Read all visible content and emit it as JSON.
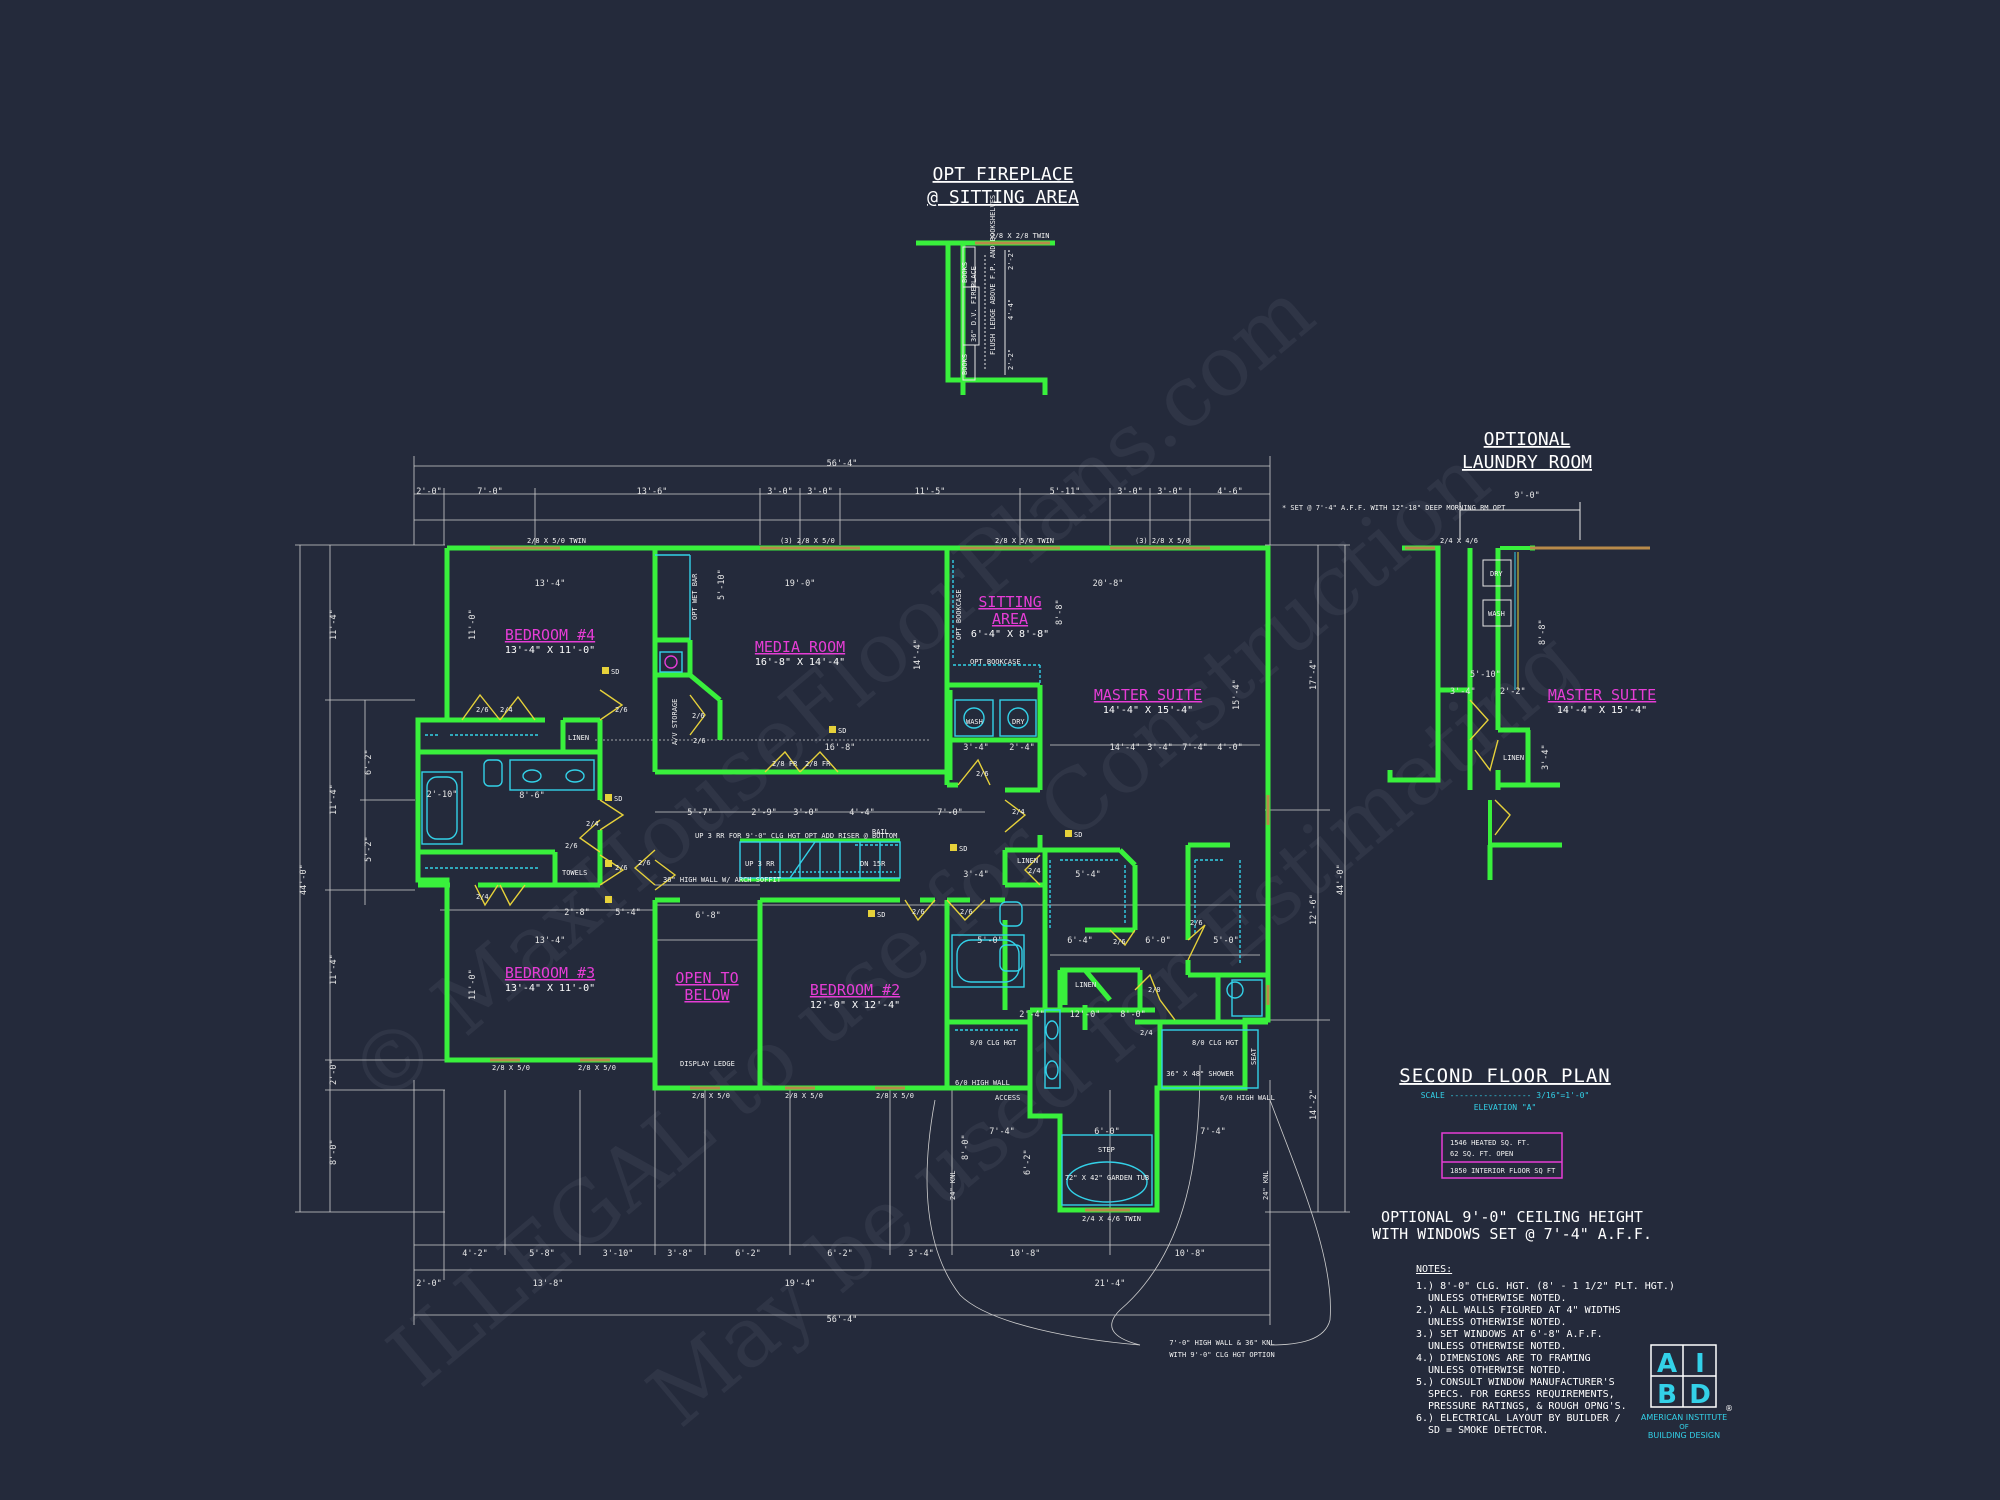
{
  "titles": {
    "fireplace_1": "OPT FIREPLACE",
    "fireplace_2": "@ SITTING AREA",
    "laundry_1": "OPTIONAL",
    "laundry_2": "LAUNDRY ROOM",
    "floor_plan": "SECOND FLOOR PLAN",
    "scale": "SCALE ----------------- 3/16\"=1'-0\"",
    "elevation": "ELEVATION \"A\"",
    "option_1": "OPTIONAL 9'-0\" CEILING HEIGHT",
    "option_2": "WITH WINDOWS SET @ 7'-4\" A.F.F."
  },
  "rooms": {
    "bedroom4": {
      "name": "BEDROOM #4",
      "size": "13'-4\" X 11'-0\""
    },
    "media": {
      "name": "MEDIA ROOM",
      "size": "16'-8\" X 14'-4\""
    },
    "sitting_1": "SITTING",
    "sitting_2": "AREA",
    "sitting_size": "6'-4\" X 8'-8\"",
    "master": {
      "name": "MASTER SUITE",
      "size": "14'-4\" X 15'-4\""
    },
    "bedroom3": {
      "name": "BEDROOM #3",
      "size": "13'-4\" X 11'-0\""
    },
    "open_1": "OPEN TO",
    "open_2": "BELOW",
    "bedroom2": {
      "name": "BEDROOM #2",
      "size": "12'-0\" X 12'-4\""
    },
    "laundry_master": {
      "name": "MASTER SUITE",
      "size": "14'-4\" X 15'-4\""
    }
  },
  "labels": {
    "linen1": "LINEN",
    "linen2": "LINEN",
    "linen3": "LINEN",
    "linen4": "LINEN",
    "towels": "TOWELS",
    "wash": "WASH",
    "dry": "DRY",
    "wash_opt": "WASH",
    "dry_opt": "DRY",
    "opt_bookcase": "OPT BOOKCASE",
    "opt_bookcase2": "OPT BOOKCASE",
    "av_storage": "A/V STORAGE",
    "opt_wet_bar": "OPT WET BAR",
    "display_ledge": "DISPLAY LEDGE",
    "step": "STEP",
    "garden_tub": "72\" X 42\" GARDEN TUB",
    "shower": "36\" X 48\" SHOWER",
    "seat": "SEAT",
    "access": "ACCESS",
    "rail": "RAIL",
    "up": "UP 3 RR",
    "dn": "DN 15R",
    "stair_note": "UP 3 RR FOR 9'-0\" CLG HGT OPT ADD RISER @ BOTTOM",
    "arch_note": "36\" HIGH WALL W/ ARCH SOFFIT",
    "window_top_1": "2/8 X 5/0 TWIN",
    "window_top_2": "(3) 2/8 X 5/0",
    "window_top_3": "2/8 X 5/0 TWIN",
    "window_top_4": "(3) 2/8 X 5/0",
    "window_bot_1": "2/8 X 5/0",
    "window_bot_2": "2/8 X 5/0",
    "window_bot_3": "2/8 X 5/0",
    "window_bot_4": "2/8 X 5/0",
    "window_bot_5": "2/8 X 5/0",
    "window_tub": "2/4 X 4/6 TWIN",
    "fp_window": "2/8 X 2/8 TWIN",
    "fp_books_1": "BOOKS",
    "fp_books_2": "BOOKS",
    "fp_fireplace": "36\" D.V. FIREPLACE",
    "fp_note": "FLUSH LEDGE ABOVE F.P. AND BOOKSHELVES",
    "lv_window": "2/4 X 4/6",
    "top_note": "* SET @ 7'-4\" A.F.F. WITH 12\"-18\" DEEP MORNING RM OPT",
    "half_wall_1": "7'-0\" HIGH WALL & 36\" KNL",
    "half_wall_2": "WITH 9'-0\" CLG HGT OPTION",
    "clg_hgt_1": "8/0 CLG HGT",
    "clg_hgt_2": "8/0 CLG HGT",
    "high_wall_1": "6/0 HIGH WALL",
    "high_wall_2": "6/0 HIGH WALL",
    "knl_1": "24\" KNL",
    "knl_2": "24\" KNL",
    "sd": "SD",
    "doors": [
      "2/6",
      "2/4",
      "2/6",
      "2/4",
      "2/6",
      "2/4",
      "2/6",
      "2/6",
      "2/6",
      "2/6",
      "2/8 FR",
      "2/8 FR",
      "2/6",
      "2/6",
      "2/4",
      "2/6",
      "2/4",
      "2/6",
      "2/0",
      "2/6",
      "2/4"
    ]
  },
  "dims": {
    "overall_top": "56'-4\"",
    "overall_bottom": "56'-4\"",
    "top_run": [
      "2'-0\"",
      "7'-0\"",
      "13'-6\"",
      "3'-0\"",
      "3'-0\"",
      "11'-5\"",
      "5'-11\"",
      "3'-0\"",
      "3'-0\"",
      "4'-6\""
    ],
    "bottom_run_1": [
      "4'-2\"",
      "5'-8\"",
      "3'-10\"",
      "3'-8\"",
      "6'-2\"",
      "6'-2\"",
      "3'-4\"",
      "10'-8\"",
      "10'-8\""
    ],
    "bottom_run_2": [
      "2'-0\"",
      "13'-8\"",
      "19'-4\"",
      "21'-4\""
    ],
    "left_run_1": [
      "11'-4\"",
      "11'-4\"",
      "11'-4\"",
      "2'-0\"",
      "8'-0\""
    ],
    "left_run_2": [
      "6'-2\"",
      "5'-2\""
    ],
    "left_overall": "44'-0\"",
    "right_run": [
      "17'-4\"",
      "12'-6\"",
      "14'-2\""
    ],
    "right_overall": "44'-0\"",
    "interior": [
      "13'-4\"",
      "19'-0\"",
      "20'-8\"",
      "16'-8\"",
      "3'-4\"",
      "2'-4\"",
      "14'-4\"",
      "3'-4\"",
      "7'-4\"",
      "4'-0\"",
      "8'-6\"",
      "2'-10\"",
      "5'-7\"",
      "2'-9\"",
      "3'-0\"",
      "4'-4\"",
      "7'-0\"",
      "5'-4\"",
      "6'-8\"",
      "3'-4\"",
      "5'-0\"",
      "6'-4\"",
      "6'-0\"",
      "5'-0\"",
      "2'-8\"",
      "13'-4\"",
      "5'-4\"",
      "2'-4\"",
      "8'-0\"",
      "12'-0\"",
      "7'-4\"",
      "7'-4\"",
      "6'-2\"",
      "8'-0\"",
      "6'-0\"",
      "15'-4\"",
      "14'-4\"",
      "11'-0\"",
      "11'-0\"",
      "8'-8\"",
      "5'-10\""
    ],
    "fp_dims": [
      "2'-2\"",
      "4'-4\"",
      "2'-2\""
    ],
    "laundry_dims": [
      "9'-0\"",
      "5'-10\"",
      "3'-4\"",
      "2'-2\"",
      "8'-8\"",
      "3'-4\""
    ]
  },
  "area": {
    "heated": "1546 HEATED SQ. FT.",
    "open": "62 SQ. FT. OPEN",
    "interior": "1850 INTERIOR FLOOR SQ FT"
  },
  "notes": {
    "heading": "NOTES:",
    "lines": [
      "1.) 8'-0\" CLG. HGT. (8' - 1 1/2\" PLT. HGT.)",
      "UNLESS OTHERWISE NOTED.",
      "2.) ALL WALLS FIGURED AT 4\" WIDTHS",
      "UNLESS OTHERWISE NOTED.",
      "3.) SET WINDOWS AT 6'-8\" A.F.F.",
      "UNLESS OTHERWISE NOTED.",
      "4.) DIMENSIONS ARE TO FRAMING",
      "UNLESS OTHERWISE NOTED.",
      "5.) CONSULT WINDOW MANUFACTURER'S",
      "SPECS. FOR EGRESS REQUIREMENTS,",
      "PRESSURE RATINGS, & ROUGH OPNG'S.",
      "6.) ELECTRICAL LAYOUT BY BUILDER /",
      "SD = SMOKE DETECTOR."
    ]
  },
  "logo": {
    "letters": [
      "A",
      "I",
      "B",
      "D"
    ],
    "line1": "AMERICAN INSTITUTE",
    "line2": "OF",
    "line3": "BUILDING DESIGN",
    "mark": "®"
  },
  "watermark": {
    "w1": "© MaxHouseFloorPlans.com",
    "w2": "ILLEGAL to use for Construction",
    "w3": "May be used for Estimating"
  },
  "colors": {
    "background": "#242a3b",
    "wall": "#39f03c",
    "door": "#e6d13a",
    "room_label": "#e63dd6",
    "fixture": "#33d1e8",
    "smoke_detector": "#e6d13a"
  }
}
